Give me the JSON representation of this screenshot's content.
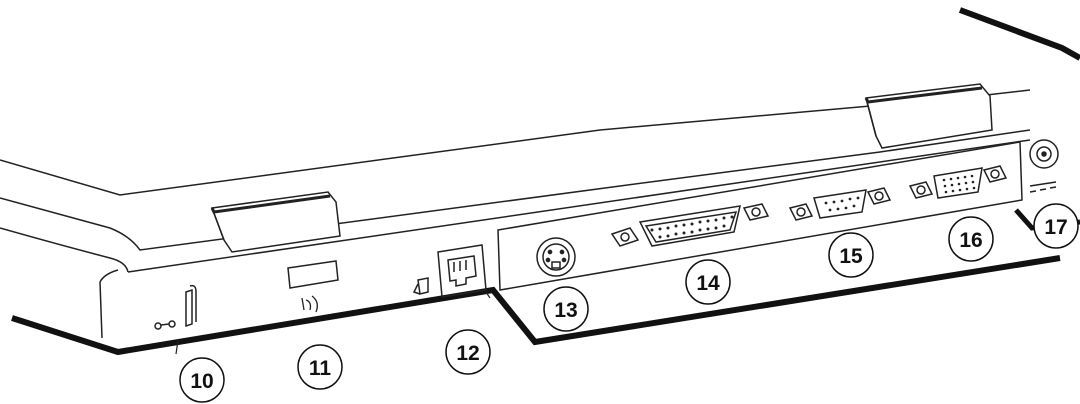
{
  "diagram": {
    "callouts": [
      {
        "id": "callout-10",
        "label": "10",
        "part": "kensington-lock-slot"
      },
      {
        "id": "callout-11",
        "label": "11",
        "part": "infrared-port"
      },
      {
        "id": "callout-12",
        "label": "12",
        "part": "modem-phone-jack"
      },
      {
        "id": "callout-13",
        "label": "13",
        "part": "ps2-port"
      },
      {
        "id": "callout-14",
        "label": "14",
        "part": "parallel-port"
      },
      {
        "id": "callout-15",
        "label": "15",
        "part": "serial-port"
      },
      {
        "id": "callout-16",
        "label": "16",
        "part": "vga-monitor-port"
      },
      {
        "id": "callout-17",
        "label": "17",
        "part": "dc-power-jack"
      }
    ]
  }
}
